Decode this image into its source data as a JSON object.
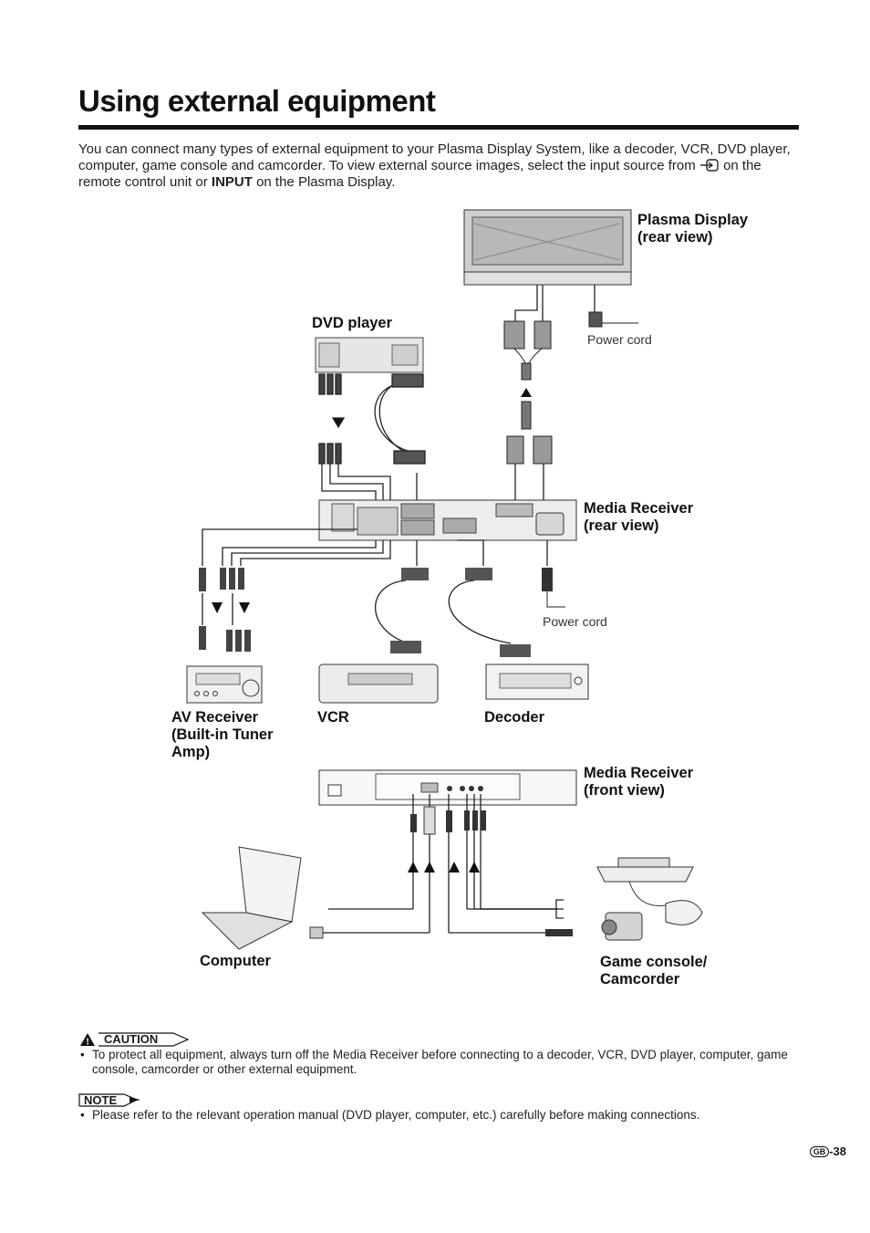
{
  "page": {
    "title": "Using external equipment",
    "intro_part1": "You can connect many types of external equipment to your Plasma Display System, like a decoder, VCR, DVD player, computer, game console and camcorder. To view external source images, select the input source from",
    "intro_part2": " on the remote control unit or ",
    "intro_input_word": "INPUT",
    "intro_part3": " on the Plasma Display."
  },
  "diagram": {
    "plasma_display_line1": "Plasma Display",
    "plasma_display_line2": "(rear view)",
    "dvd_player": "DVD player",
    "power_cord_top": "Power cord",
    "media_receiver_rear_line1": "Media Receiver",
    "media_receiver_rear_line2": "(rear view)",
    "power_cord_bottom": "Power cord",
    "av_receiver_line1": "AV Receiver",
    "av_receiver_line2": "(Built-in Tuner",
    "av_receiver_line3": "Amp)",
    "vcr": "VCR",
    "decoder": "Decoder",
    "media_receiver_front_line1": "Media Receiver",
    "media_receiver_front_line2": "(front view)",
    "computer": "Computer",
    "game_console_line1": "Game console/",
    "game_console_line2": "Camcorder"
  },
  "caution": {
    "label": "CAUTION",
    "text": "To protect all equipment, always turn off the Media Receiver before connecting to a decoder, VCR, DVD player, computer, game console, camcorder or other external equipment."
  },
  "note": {
    "label": "NOTE",
    "text": "Please refer to the relevant operation manual (DVD player, computer, etc.) carefully before making connections."
  },
  "footer": {
    "region_badge": "GB",
    "page_number": "-38"
  }
}
